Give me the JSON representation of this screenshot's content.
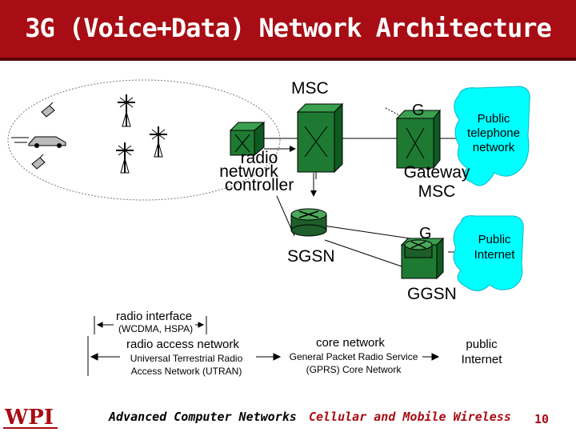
{
  "slide": {
    "title": "3G (Voice+Data) Network Architecture",
    "page_number": "10",
    "logo_text": "WPI"
  },
  "nodes": {
    "msc": "MSC",
    "g_top": "G",
    "public_telephone": "Public telephone network",
    "rnc_line1": "radio",
    "rnc_line2": "network",
    "rnc_line3": "controller",
    "gateway_msc_line1": "Gateway",
    "gateway_msc_line2": "MSC",
    "g_bottom": "G",
    "public_internet_cloud": "Public Internet",
    "sgsn": "SGSN",
    "ggsn": "GGSN"
  },
  "legend": {
    "radio_interface": "radio interface",
    "radio_interface_sub": "(WCDMA, HSPA)",
    "radio_access_network": "radio access network",
    "utran_line1": "Universal Terrestrial Radio",
    "utran_line2": "Access Network (UTRAN)",
    "core_network": "core network",
    "gprs_line1": "General Packet Radio Service",
    "gprs_line2": "(GPRS) Core Network",
    "public_internet_line1": "public",
    "public_internet_line2": "Internet"
  },
  "footer": {
    "left": "Advanced Computer Networks",
    "right": "Cellular and Mobile Wireless"
  },
  "colors": {
    "title_bar": "#a80c14",
    "cloud": "#00ffff",
    "switch_box": "#1e7a32",
    "router": "#2e7d32",
    "footer_left": "#000000",
    "footer_right": "#a80c14"
  }
}
